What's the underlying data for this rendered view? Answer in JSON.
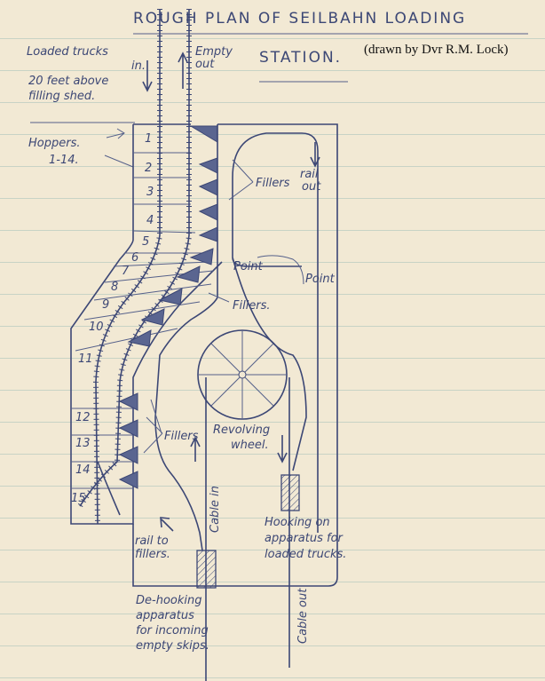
{
  "title": "ROUGH PLAN OF SEILBAHN LOADING",
  "title_line2": "STATION.",
  "credit": "(drawn by Dvr R.M. Lock)",
  "labels": {
    "loaded_trucks": "Loaded trucks",
    "loaded_in": "in.",
    "empty": "Empty",
    "out": "out",
    "height_note_1": "20 feet above",
    "height_note_2": "filling shed.",
    "hoppers_1": "Hoppers.",
    "hoppers_2": "1-14.",
    "fillers_top": "Fillers",
    "rail_out_1": "rail",
    "rail_out_2": "out",
    "point_left": "Point",
    "point_right": "Point",
    "fillers_mid": "Fillers.",
    "fillers_low": "Fillers",
    "wheel_1": "Revolving",
    "wheel_2": "wheel.",
    "cable_in": "Cable in",
    "cable_out": "Cable out",
    "hooking": [
      "Hooking on",
      "apparatus for",
      "loaded trucks."
    ],
    "rail_to_fillers": [
      "rail to",
      "fillers."
    ],
    "dehooking": [
      "De-hooking",
      "apparatus",
      "for incoming",
      "empty skips."
    ]
  },
  "hoppers": [
    "1",
    "2",
    "3",
    "4",
    "5",
    "6",
    "7",
    "8",
    "9",
    "10",
    "11",
    "12",
    "13",
    "14",
    "15"
  ],
  "colors": {
    "ink": "#3c4775",
    "paper": "#f2e9d4",
    "rule": "#78aaaa"
  }
}
